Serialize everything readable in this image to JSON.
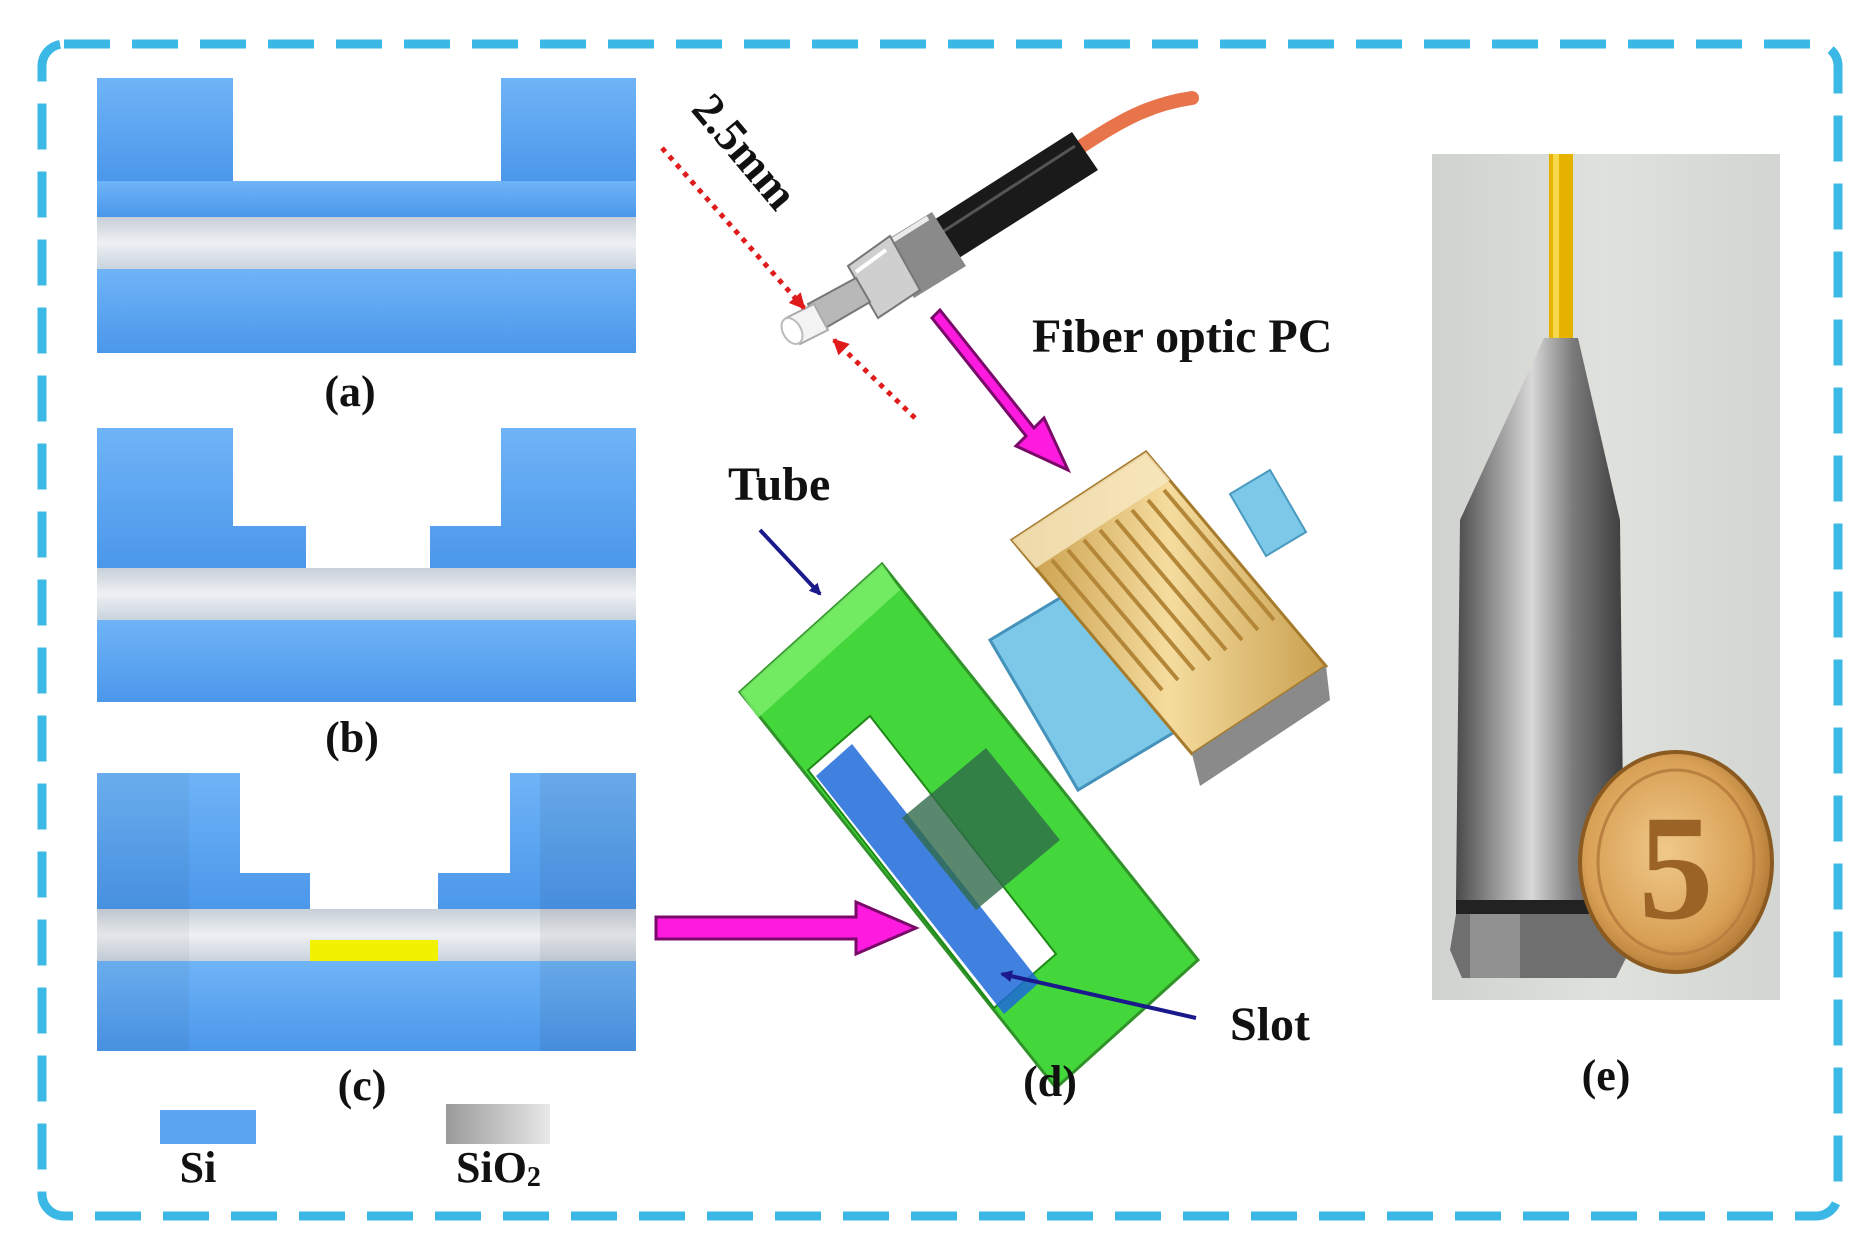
{
  "labels": {
    "panel_a": "(a)",
    "panel_b": "(b)",
    "panel_c": "(c)",
    "panel_d": "(d)",
    "panel_e": "(e)",
    "legend_si": "Si",
    "legend_sio2_base": "SiO",
    "legend_sio2_sub": "2",
    "dimension": "2.5mm",
    "fiber_connector": "Fiber optic PC",
    "tube": "Tube",
    "slot": "Slot",
    "coin_numeral": "5"
  },
  "colors": {
    "frame_dash": "#3cb8e6",
    "si_blue": "#5ba6f2",
    "sio2_gray": "#d9d9d9",
    "yellow_film": "#f2f200",
    "arrow_magenta": "#ff1adf",
    "pointer_navy": "#1a1a8c",
    "dimension_red": "#e01b1b",
    "tube_green": "#35d42b",
    "ferrule_blue": "#7cc8e8",
    "knurl_gold": "#e3bc6b"
  }
}
